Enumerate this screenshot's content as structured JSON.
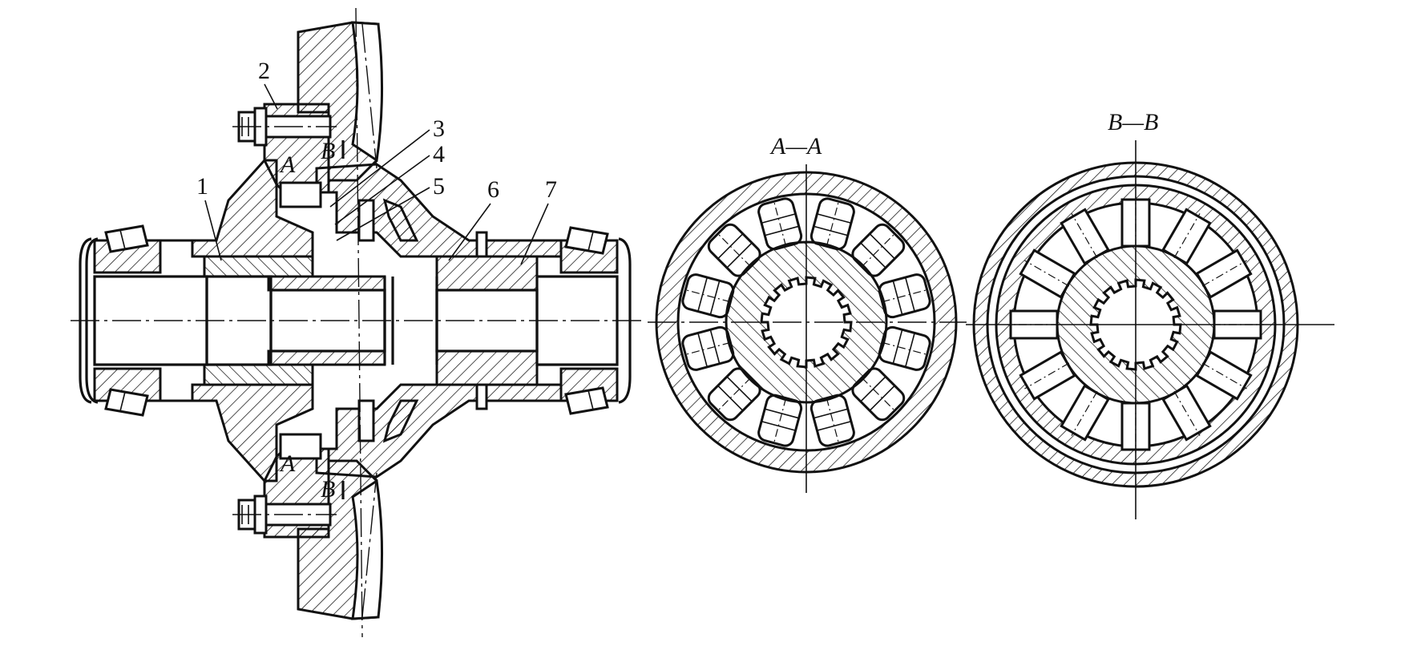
{
  "drawing": {
    "part_numbers": [
      "1",
      "2",
      "3",
      "4",
      "5",
      "6",
      "7"
    ],
    "section_marks": {
      "a_top": "A",
      "b_top": "B",
      "a_bottom": "A",
      "b_bottom": "B"
    },
    "section_titles": {
      "aa": "A—A",
      "bb": "B—B"
    }
  }
}
